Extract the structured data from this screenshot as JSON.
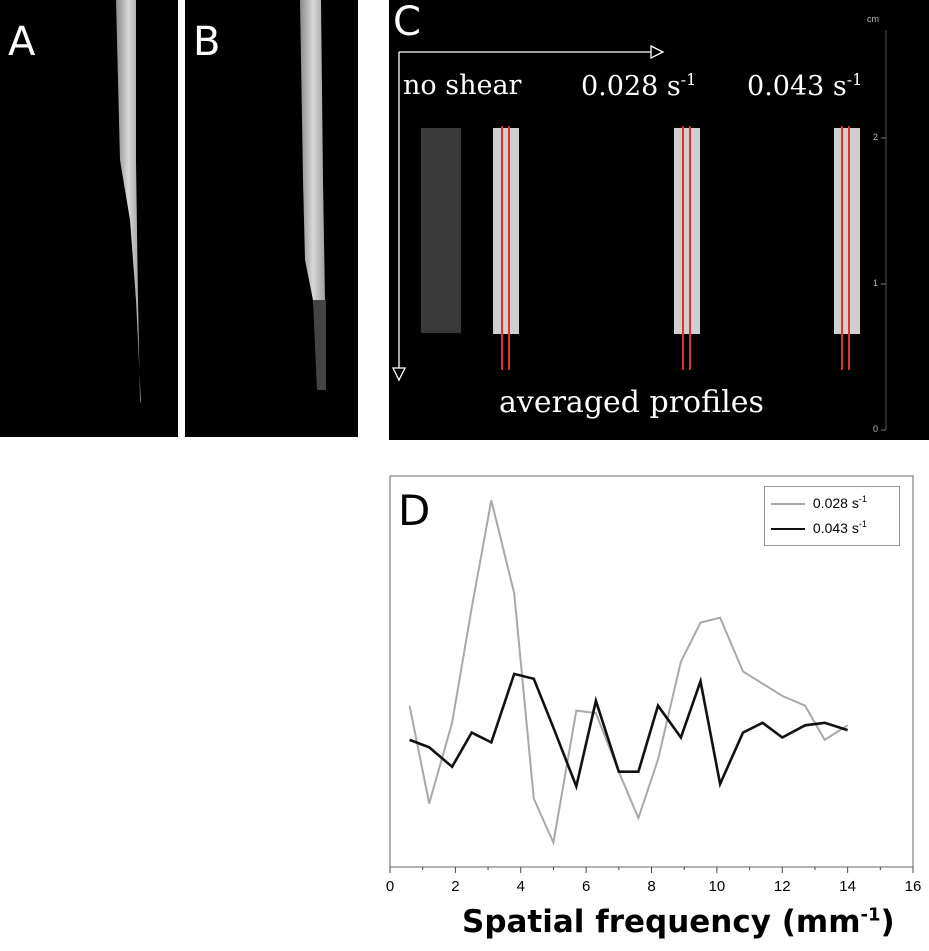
{
  "panels": {
    "a_label": "A",
    "b_label": "B",
    "c_label": "C",
    "d_label": "D"
  },
  "panel_c": {
    "scale_unit": "cm",
    "scale_ticks": [
      "2",
      "1",
      "0"
    ],
    "columns": [
      "no shear",
      "0.028 s",
      "0.043 s"
    ],
    "exponent": "-1",
    "footer": "averaged profiles",
    "profile_line_color": "#e03030"
  },
  "chart_data": {
    "type": "line",
    "xlabel": "Spatial frequency (mm",
    "xlabel_exponent": "-1",
    "xlabel_tail": ")",
    "ylabel": "",
    "xlim": [
      0,
      16
    ],
    "x_ticks": [
      "0",
      "2",
      "4",
      "6",
      "8",
      "10",
      "12",
      "14",
      "16"
    ],
    "legend_position": "top-right",
    "series": [
      {
        "name": "0.028 s",
        "name_exponent": "-1",
        "color": "#a8a8a8",
        "x": [
          0.6,
          1.2,
          1.9,
          2.5,
          3.1,
          3.8,
          4.4,
          5.0,
          5.7,
          6.3,
          7.0,
          7.6,
          8.2,
          8.9,
          9.5,
          10.1,
          10.8,
          11.4,
          12.0,
          12.7,
          13.3,
          14.0
        ],
        "values": [
          6.6,
          2.6,
          5.9,
          10.6,
          15.0,
          11.2,
          2.8,
          1.0,
          6.4,
          6.3,
          3.9,
          2.0,
          4.4,
          8.4,
          10.0,
          10.2,
          8.0,
          7.5,
          7.0,
          6.6,
          5.2,
          5.8
        ]
      },
      {
        "name": "0.043 s",
        "name_exponent": "-1",
        "color": "#111111",
        "x": [
          0.6,
          1.2,
          1.9,
          2.5,
          3.1,
          3.8,
          4.4,
          5.0,
          5.7,
          6.3,
          7.0,
          7.6,
          8.2,
          8.9,
          9.5,
          10.1,
          10.8,
          11.4,
          12.0,
          12.7,
          13.3,
          14.0
        ],
        "values": [
          5.2,
          4.9,
          4.1,
          5.5,
          5.1,
          7.9,
          7.7,
          5.7,
          3.3,
          6.8,
          3.9,
          3.9,
          6.6,
          5.3,
          7.6,
          3.4,
          5.5,
          5.9,
          5.3,
          5.8,
          5.9,
          5.6
        ]
      }
    ]
  }
}
